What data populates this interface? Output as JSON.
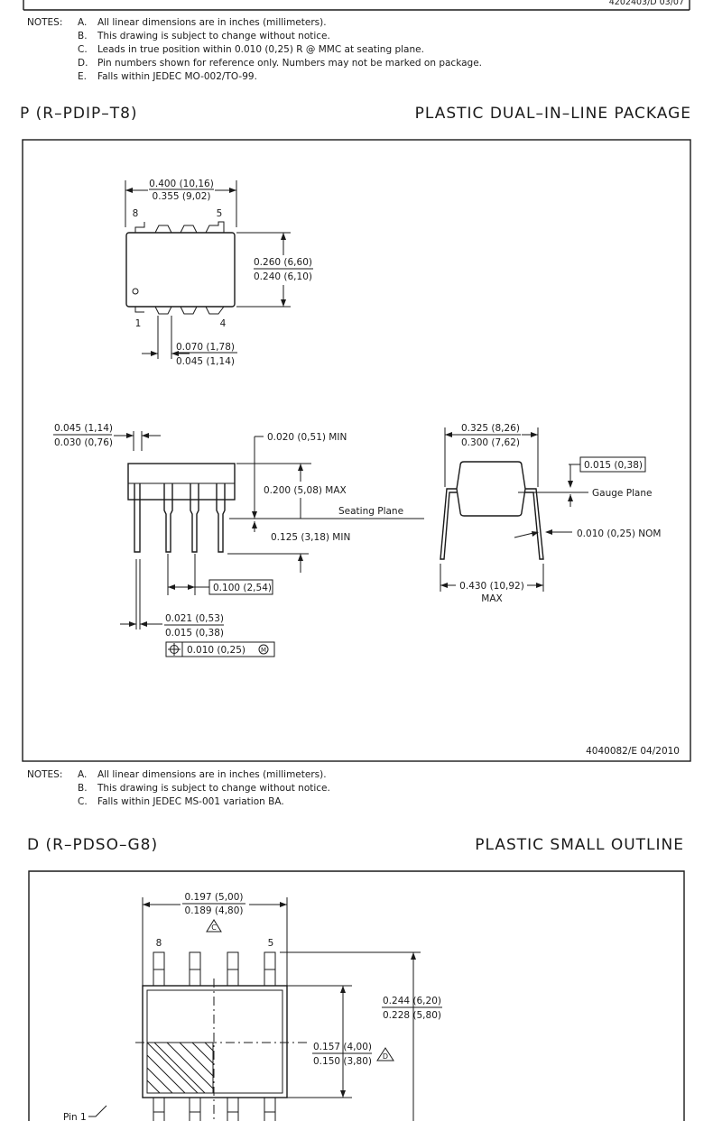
{
  "top_ref": "4202403/D 03/07",
  "notes1": {
    "label": "NOTES:",
    "items": [
      {
        "letter": "A.",
        "text": "All linear dimensions are in inches (millimeters)."
      },
      {
        "letter": "B.",
        "text": "This drawing is subject to change without notice."
      },
      {
        "letter": "C.",
        "text": "Leads in true position within 0.010 (0,25) R @ MMC at seating plane."
      },
      {
        "letter": "D.",
        "text": "Pin numbers shown for reference only. Numbers may not be marked on package."
      },
      {
        "letter": "E.",
        "text": "Falls within JEDEC MO-002/TO-99."
      }
    ]
  },
  "pdip": {
    "code": "P (R–PDIP–T8)",
    "title": "PLASTIC DUAL–IN–LINE PACKAGE",
    "top_width_max": "0.400 (10,16)",
    "top_width_min": "0.355 (9,02)",
    "pin_8": "8",
    "pin_5": "5",
    "pin_1": "1",
    "pin_4": "4",
    "body_width_max": "0.260 (6,60)",
    "body_width_min": "0.240 (6,10)",
    "shoulder_max": "0.070 (1,78)",
    "shoulder_min": "0.045 (1,14)",
    "lead_width_max": "0.045 (1,14)",
    "lead_width_min": "0.030 (0,76)",
    "standoff": "0.020 (0,51) MIN",
    "height": "0.200 (5,08) MAX",
    "seating_plane": "Seating Plane",
    "lead_length": "0.125 (3,18) MIN",
    "pitch": "0.100 (2,54)",
    "lead_thk_max": "0.021 (0,53)",
    "lead_thk_min": "0.015 (0,38)",
    "position_tol": "0.010 (0,25)",
    "row_span_max": "0.325 (8,26)",
    "row_span_min": "0.300 (7,62)",
    "gauge_box": "0.015 (0,38)",
    "gauge_plane": "Gauge Plane",
    "lead_thk_nom": "0.010 (0,25) NOM",
    "overall_max": "0.430 (10,92)",
    "overall_max_label": "MAX",
    "drawing_ref": "4040082/E  04/2010"
  },
  "notes2": {
    "label": "NOTES:",
    "items": [
      {
        "letter": "A.",
        "text": "All linear dimensions are in inches (millimeters)."
      },
      {
        "letter": "B.",
        "text": "This drawing is subject to change without notice."
      },
      {
        "letter": "C.",
        "text": "Falls within JEDEC MS-001 variation BA."
      }
    ]
  },
  "pdso": {
    "code": "D (R–PDSO–G8)",
    "title": "PLASTIC SMALL OUTLINE",
    "length_max": "0.197 (5,00)",
    "length_min": "0.189 (4,80)",
    "note_c": "C",
    "pin_8": "8",
    "pin_5": "5",
    "span_max": "0.244 (6,20)",
    "span_min": "0.228 (5,80)",
    "body_max": "0.157 (4,00)",
    "body_min": "0.150 (3,80)",
    "note_d": "D",
    "pin1_label": "Pin 1"
  }
}
